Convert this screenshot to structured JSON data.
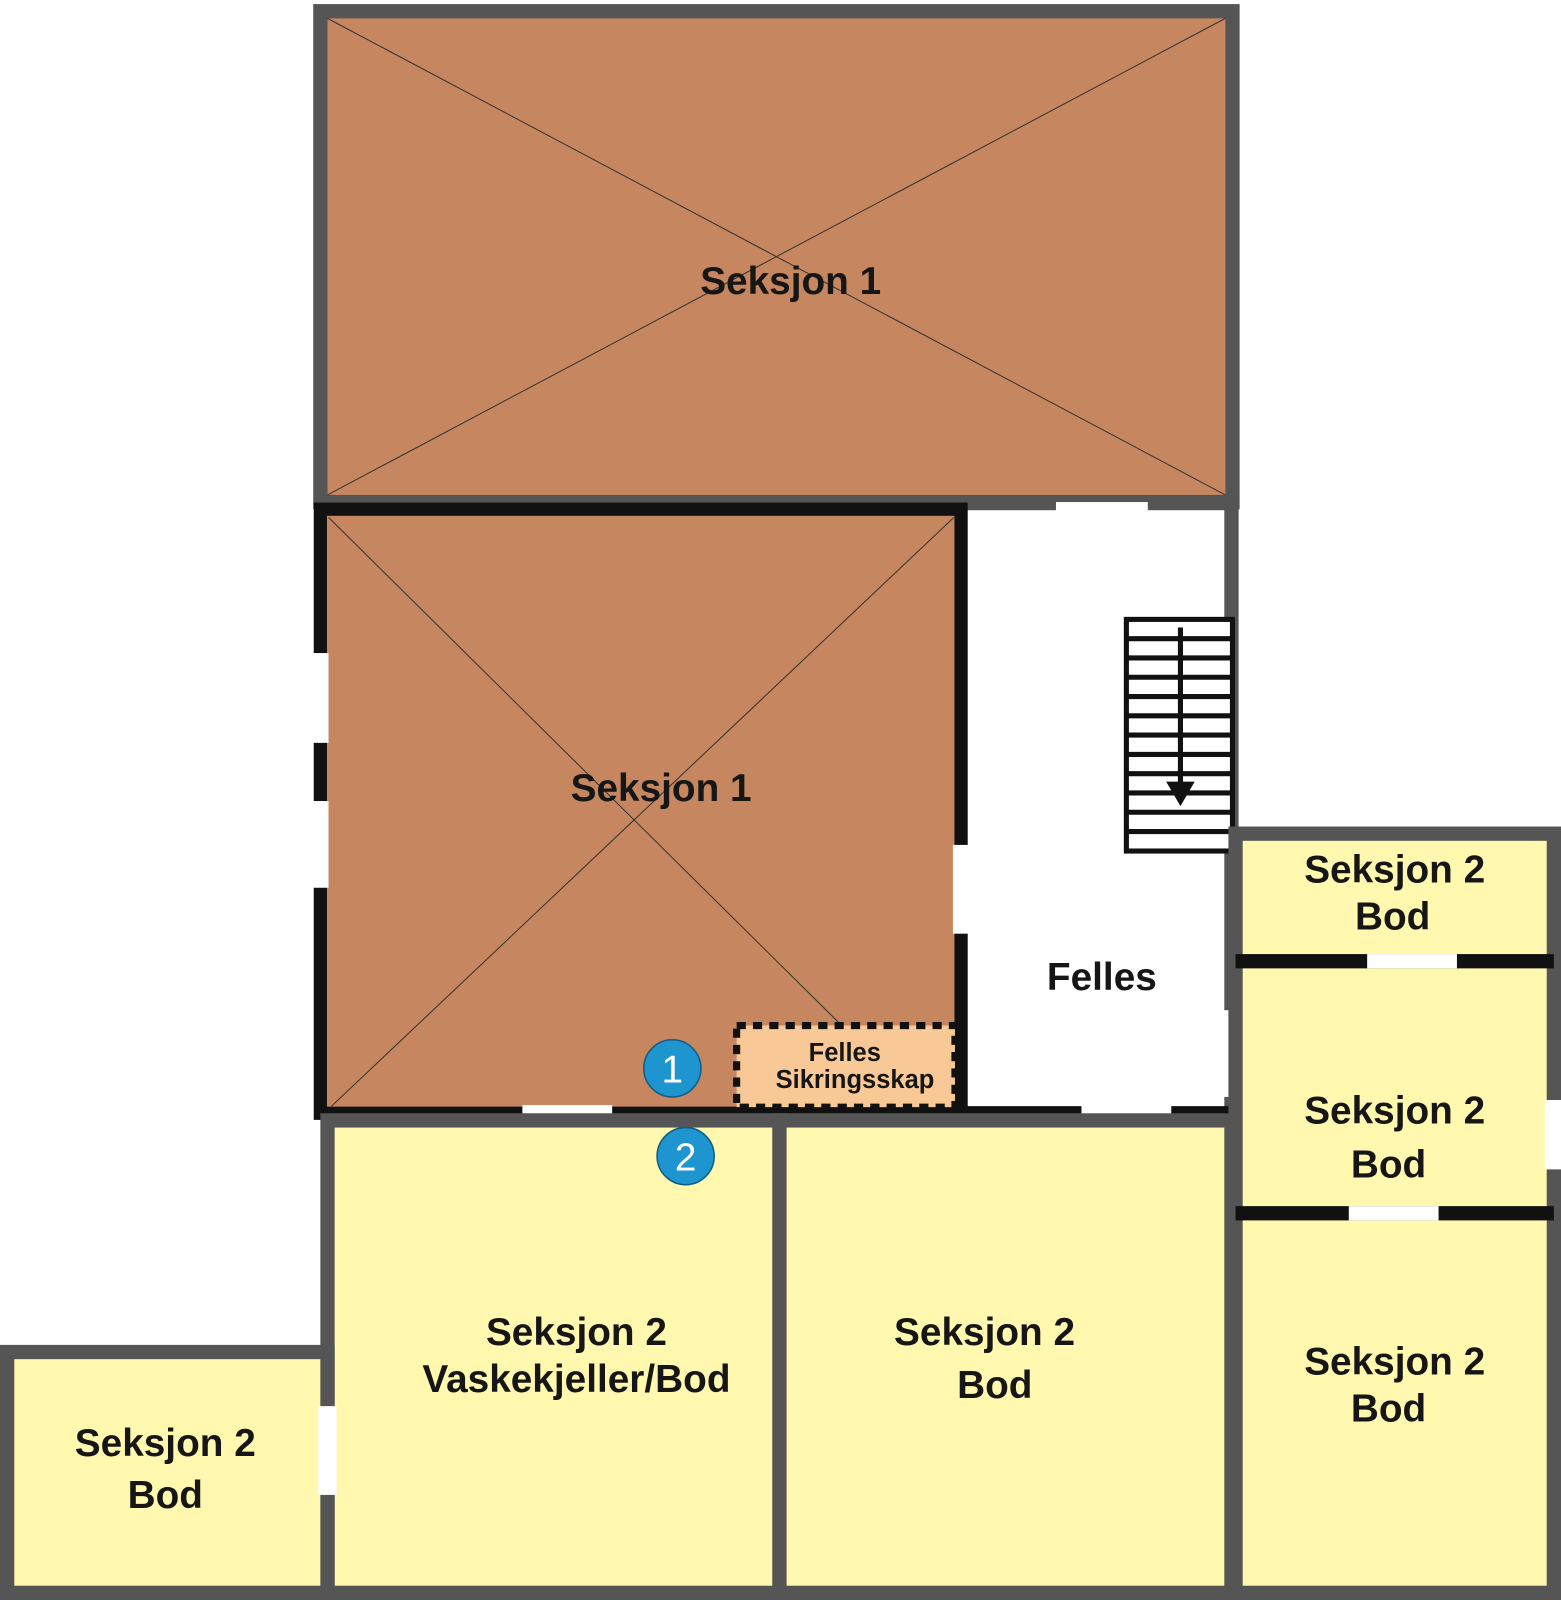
{
  "colors": {
    "section1": "#C68760",
    "section2": "#FFF8AE",
    "common": "#FFFFFF",
    "fusebox": "#F8C896",
    "wall_outer": "#555555",
    "wall_inner": "#111111",
    "marker": "#1E95CF"
  },
  "rooms": {
    "top_section1": "Seksjon 1",
    "middle_section1": "Seksjon 1",
    "common": "Felles",
    "fusebox": [
      "Felles",
      "Sikringsskap"
    ],
    "right_top": [
      "Seksjon 2",
      "Bod"
    ],
    "right_middle": [
      "Seksjon 2",
      "Bod"
    ],
    "right_bottom": [
      "Seksjon 2",
      "Bod"
    ],
    "laundry": [
      "Seksjon 2",
      "Vaskekjeller/Bod"
    ],
    "center_bottom": [
      "Seksjon 2",
      "Bod"
    ],
    "left_bottom": [
      "Seksjon 2",
      "Bod"
    ]
  },
  "markers": [
    "1",
    "2"
  ],
  "icons": {
    "stairs": "stairs-down-arrow-icon"
  }
}
